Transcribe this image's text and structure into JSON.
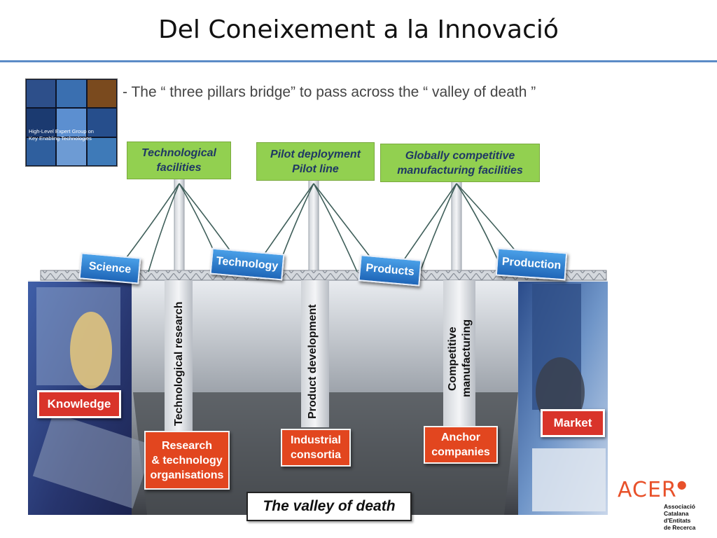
{
  "title": "Del Coneixement a la Innovació",
  "subtitle": "- The “ three pillars bridge” to pass across the “ valley of death ”",
  "thumbnail": {
    "caption_line1": "High-Level Expert Group on",
    "caption_line2": "Key Enabling Technologies"
  },
  "pillars": [
    {
      "top_label": "Technological facilities",
      "top_line1": "Technological",
      "top_line2": "facilities",
      "pillar_text": "Technological research",
      "base_line1": "Research",
      "base_line2": "& technology",
      "base_line3": "organisations"
    },
    {
      "top_line1": "Pilot deployment",
      "top_line2": "Pilot line",
      "pillar_text": "Product development",
      "base_line1": "Industrial",
      "base_line2": "consortia"
    },
    {
      "top_line1": "Globally competitive",
      "top_line2": "manufacturing facilities",
      "pillar_text_line1": "Competitive",
      "pillar_text_line2": "manufacturing",
      "base_line1": "Anchor",
      "base_line2": "companies"
    }
  ],
  "bridge_labels": [
    "Science",
    "Technology",
    "Products",
    "Production"
  ],
  "knowledge": "Knowledge",
  "market": "Market",
  "valley": "The valley of death",
  "logo": {
    "brand": "ACER",
    "line1": "Associació",
    "line2": "Catalana",
    "line3": "d'Entitats",
    "line4": "de Recerca"
  },
  "colors": {
    "title_rule": "#5b8bc7",
    "green_box": "#92d050",
    "blue_label": "#1f66b8",
    "red_box": "#e2461f",
    "logo": "#e8512a"
  }
}
